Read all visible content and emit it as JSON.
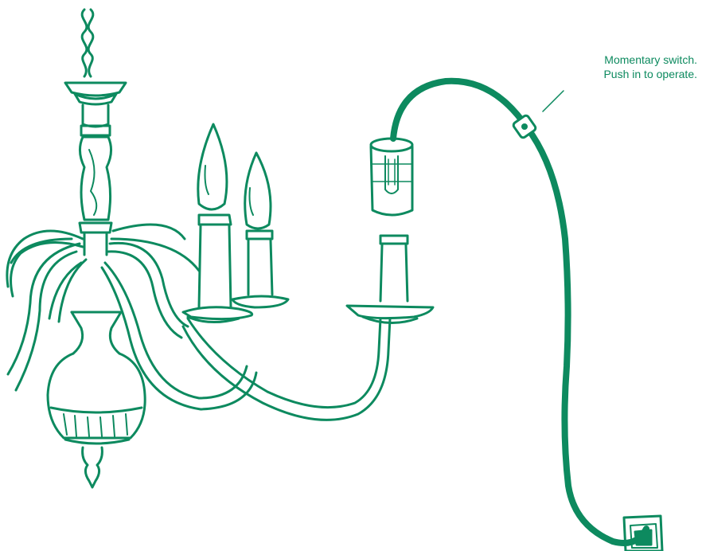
{
  "callout": {
    "line1": "Momentary switch.",
    "line2": "Push in to operate."
  },
  "colors": {
    "ink": "#0d8a5f",
    "background": "#ffffff"
  },
  "parts": [
    "chandelier",
    "cfl-bulb-sleeve",
    "pendant-cord",
    "momentary-switch",
    "wall-outlet-plug"
  ]
}
